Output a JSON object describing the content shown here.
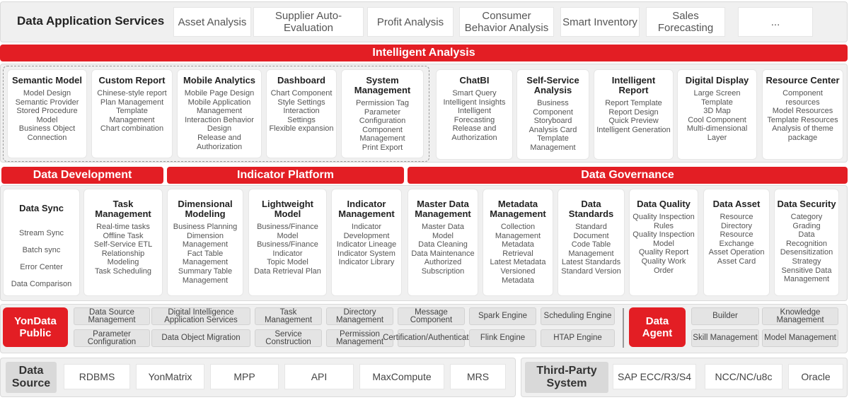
{
  "services": {
    "title": "Data Application Services",
    "items": [
      "Asset Analysis",
      "Supplier Auto-Evaluation",
      "Profit Analysis",
      "Consumer Behavior Analysis",
      "Smart Inventory",
      "Sales Forecasting",
      "..."
    ]
  },
  "intelligent_analysis": {
    "title": "Intelligent Analysis",
    "left_cards": [
      {
        "title": "Semantic Model",
        "items": [
          "Model Design",
          "Semantic Provider",
          "Stored Procedure Model",
          "Business Object Connection"
        ]
      },
      {
        "title": "Custom Report",
        "items": [
          "Chinese-style report",
          "Plan Management",
          "Template Management",
          "Chart combination"
        ]
      },
      {
        "title": "Mobile Analytics",
        "items": [
          "Mobile Page Design",
          "Mobile Application Management",
          "Interaction Behavior Design",
          "Release and Authorization"
        ]
      },
      {
        "title": "Dashboard",
        "items": [
          "Chart Component",
          "Style Settings",
          "Interaction Settings",
          "Flexible expansion"
        ]
      },
      {
        "title": "System Management",
        "items": [
          "Permission Tag",
          "Parameter Configuration",
          "Component Management",
          "Print Export"
        ]
      }
    ],
    "right_cards": [
      {
        "title": "ChatBI",
        "items": [
          "Smart Query",
          "Intelligent Insights",
          "Intelligent Forecasting",
          "Release and Authorization"
        ]
      },
      {
        "title": "Self-Service Analysis",
        "items": [
          "Business Component",
          "Storyboard",
          "Analysis Card",
          "Template Management"
        ]
      },
      {
        "title": "Intelligent Report",
        "items": [
          "Report Template",
          "Report Design",
          "Quick Preview",
          "Intelligent Generation"
        ]
      },
      {
        "title": "Digital Display",
        "items": [
          "Large Screen Template",
          "3D Map",
          "Cool Component",
          "Multi-dimensional Layer"
        ]
      },
      {
        "title": "Resource Center",
        "items": [
          "Component resources",
          "Model Resources",
          "Template Resources",
          "Analysis of theme package"
        ]
      }
    ]
  },
  "sections": {
    "data_development": {
      "title": "Data Development",
      "cards": [
        {
          "title": "Data Sync",
          "items": [
            "Stream Sync",
            "Batch sync",
            "Error Center",
            "Data Comparison"
          ]
        },
        {
          "title": "Task Management",
          "items": [
            "Real-time tasks",
            "Offline Task",
            "Self-Service ETL",
            "Relationship Modeling",
            "Task Scheduling"
          ]
        }
      ]
    },
    "indicator_platform": {
      "title": "Indicator Platform",
      "cards": [
        {
          "title": "Dimensional Modeling",
          "items": [
            "Business Planning",
            "Dimension Management",
            "Fact Table Management",
            "Summary Table Management"
          ]
        },
        {
          "title": "Lightweight Model",
          "items": [
            "Business/Finance Model",
            "Business/Finance Indicator",
            "Topic Model",
            "Data Retrieval Plan"
          ]
        },
        {
          "title": "Indicator Management",
          "items": [
            "Indicator Development",
            "Indicator Lineage",
            "Indicator System",
            "Indicator Library"
          ]
        }
      ]
    },
    "data_governance": {
      "title": "Data Governance",
      "cards": [
        {
          "title": "Master Data Management",
          "items": [
            "Master Data Model",
            "Data Cleaning",
            "Data Maintenance",
            "Authorized Subscription"
          ]
        },
        {
          "title": "Metadata Management",
          "items": [
            "Collection Management",
            "Metadata Retrieval",
            "Latest Metadata",
            "Versioned Metadata"
          ]
        },
        {
          "title": "Data Standards",
          "items": [
            "Standard Document",
            "Code Table Management",
            "Latest Standards",
            "Standard Version"
          ]
        },
        {
          "title": "Data Quality",
          "items": [
            "Quality Inspection Rules",
            "Quality Inspection Model",
            "Quality Report",
            "Quality Work Order"
          ]
        },
        {
          "title": "Data Asset",
          "items": [
            "Resource Directory",
            "Resource Exchange",
            "Asset Operation",
            "Asset Card"
          ]
        },
        {
          "title": "Data Security",
          "items": [
            "Category Grading",
            "Data Recognition",
            "Desensitization Strategy",
            "Sensitive Data Management"
          ]
        }
      ]
    }
  },
  "public": {
    "title": "YonData Public",
    "items_row1": [
      "Data Source Management",
      "Digital Intelligence Application Services",
      "Task Management",
      "Directory Management",
      "Message Component",
      "Spark Engine",
      "Scheduling Engine"
    ],
    "items_row2": [
      "Parameter Configuration",
      "Data Object Migration",
      "Service Construction",
      "Permission Management",
      "Certification/Authentication",
      "Flink Engine",
      "HTAP Engine"
    ]
  },
  "agent": {
    "title": "Data Agent",
    "items_row1": [
      "Builder",
      "Knowledge Management"
    ],
    "items_row2": [
      "Skill Management",
      "Model Management"
    ]
  },
  "data_source": {
    "title": "Data Source",
    "items": [
      "RDBMS",
      "YonMatrix",
      "MPP",
      "API",
      "MaxCompute",
      "MRS"
    ]
  },
  "third_party": {
    "title": "Third-Party System",
    "items": [
      "SAP ECC/R3/S4",
      "NCC/NC/u8c",
      "Oracle"
    ]
  },
  "colors": {
    "accent": "#e31e24",
    "band": "#f0f0f0",
    "chip": "#e4e4e4"
  }
}
